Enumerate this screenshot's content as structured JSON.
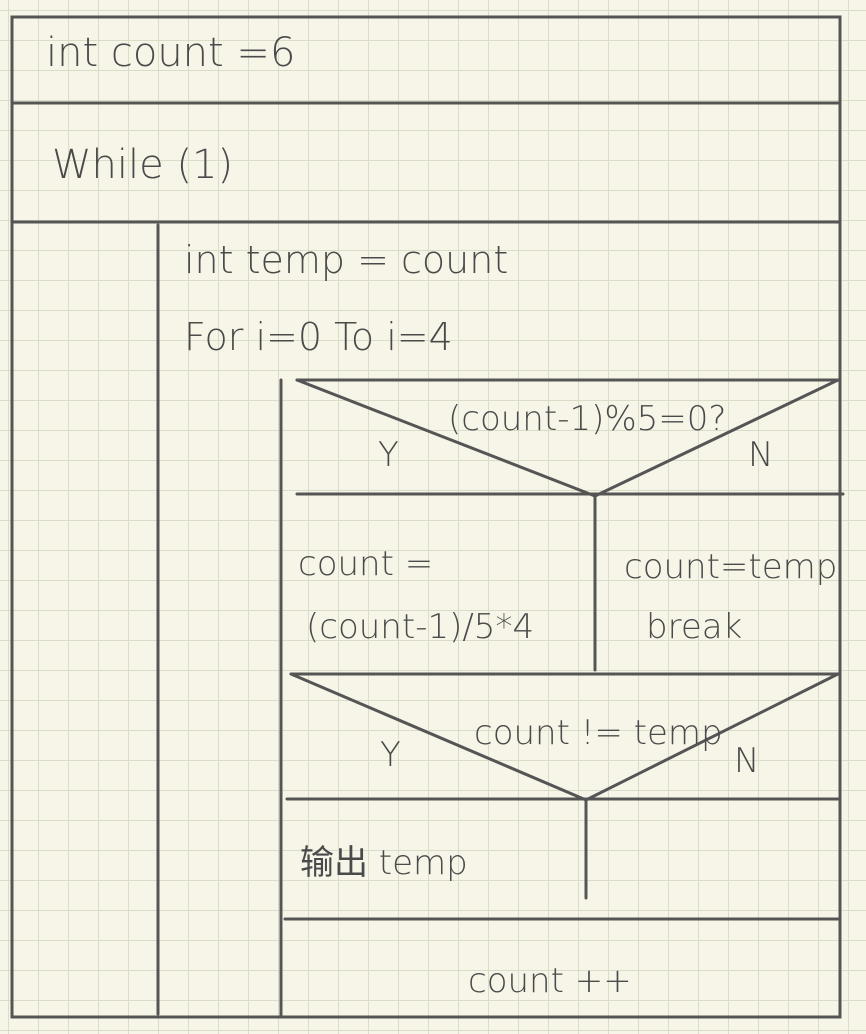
{
  "colors": {
    "ink": "#555555",
    "paper": "#f7f5e8",
    "grid": "#d9dcc6"
  },
  "nassi": {
    "init": "int count =6",
    "loop": "While (1)",
    "temp_assign": "int temp = count",
    "for_head": "For i=0 To i=4",
    "cond1": {
      "text": "(count-1)%5=0?",
      "yes": "Y",
      "no": "N",
      "yes_body": [
        "count =",
        "(count-1)/5*4"
      ],
      "no_body": [
        "count=temp",
        "break"
      ]
    },
    "cond2": {
      "text": "count != temp",
      "yes": "Y",
      "no": "N",
      "yes_body": "输出 temp"
    },
    "increment": "count ++"
  }
}
